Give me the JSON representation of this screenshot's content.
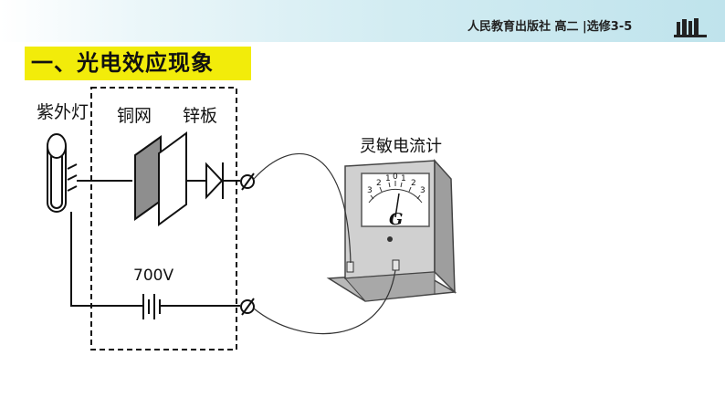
{
  "header": {
    "publisher_info": "人民教育出版社 高二 |选修3-5",
    "icon": "books-icon"
  },
  "section": {
    "title": "一、光电效应现象"
  },
  "diagram": {
    "uv_lamp_label": "紫外灯",
    "copper_mesh_label": "铜网",
    "zinc_plate_label": "锌板",
    "galvanometer_label": "灵敏电流计",
    "voltage_label": "700V",
    "galvanometer_symbol": "G",
    "scale_ticks": [
      "3",
      "2",
      "1",
      "0",
      "1",
      "2",
      "3"
    ]
  },
  "colors": {
    "title_highlight": "#f2ec0a",
    "header_gradient": "#bfe3ec",
    "meter_body": "#c9c9c9"
  }
}
